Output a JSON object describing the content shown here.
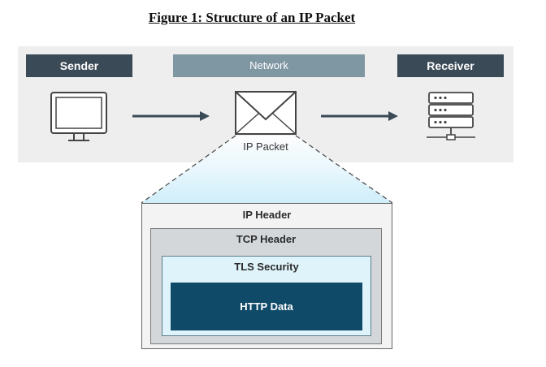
{
  "title": "Figure 1: Structure of an IP Packet",
  "sender": {
    "label": "Sender",
    "icon": "monitor-icon"
  },
  "network": {
    "label": "Network",
    "icon": "envelope-icon"
  },
  "receiver": {
    "label": "Receiver",
    "icon": "server-icon"
  },
  "packet_label": "IP Packet",
  "layers": {
    "ip": "IP Header",
    "tcp": "TCP Header",
    "tls": "TLS Security",
    "http": "HTTP Data"
  },
  "colors": {
    "dark_label": "#3b4a57",
    "network_label": "#7f96a3",
    "http_fill": "#0f4a68",
    "tls_fill": "#dff3fb"
  }
}
